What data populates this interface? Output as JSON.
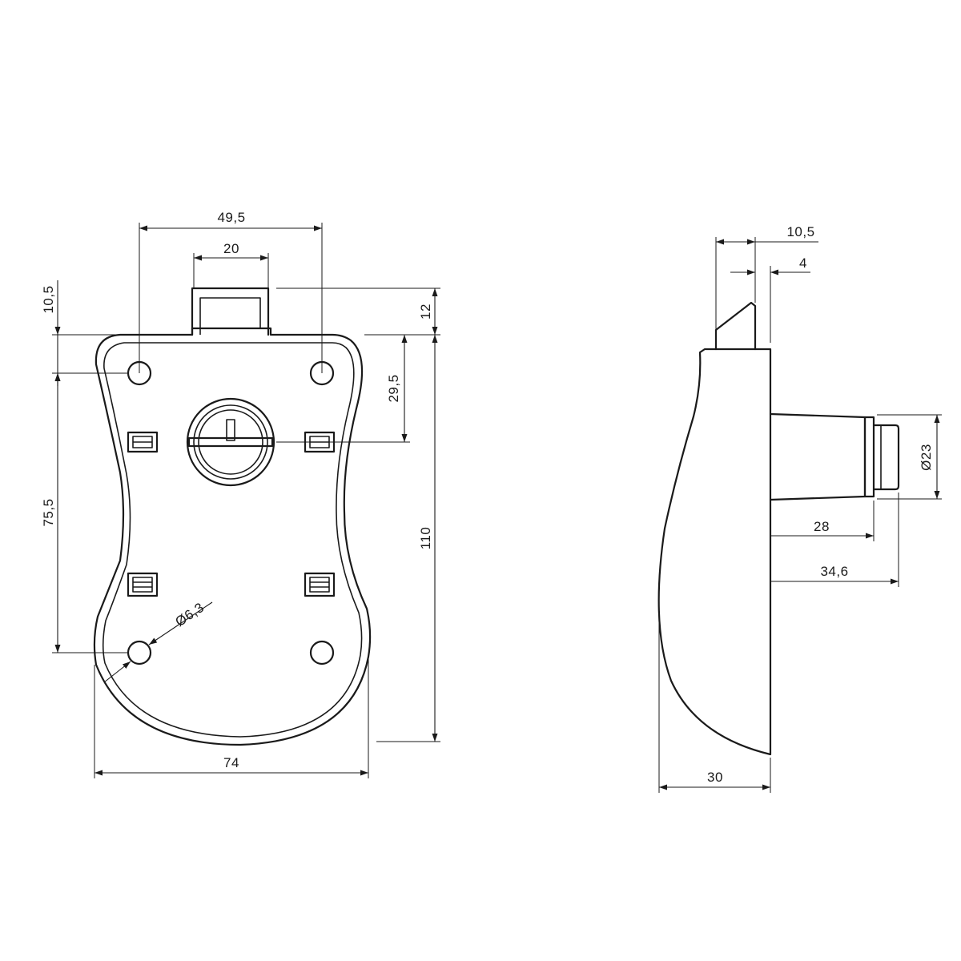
{
  "drawing": {
    "front_view": {
      "dimensions": {
        "overall_width": "74",
        "hole_spacing_width": "49,5",
        "tab_width": "20",
        "tab_height": "12",
        "top_hole_offset": "10,5",
        "hole_spacing_height": "75,5",
        "center_offset": "29,5",
        "overall_height": "110",
        "hole_diameter": "Ø6,3"
      }
    },
    "side_view": {
      "dimensions": {
        "latch_offset": "10,5",
        "latch_thickness": "4",
        "cylinder_diameter": "Ø23",
        "cylinder_length": "28",
        "cylinder_total_length": "34,6",
        "body_depth": "30"
      }
    },
    "colors": {
      "line": "#1a1a1a",
      "background": "#ffffff"
    }
  }
}
